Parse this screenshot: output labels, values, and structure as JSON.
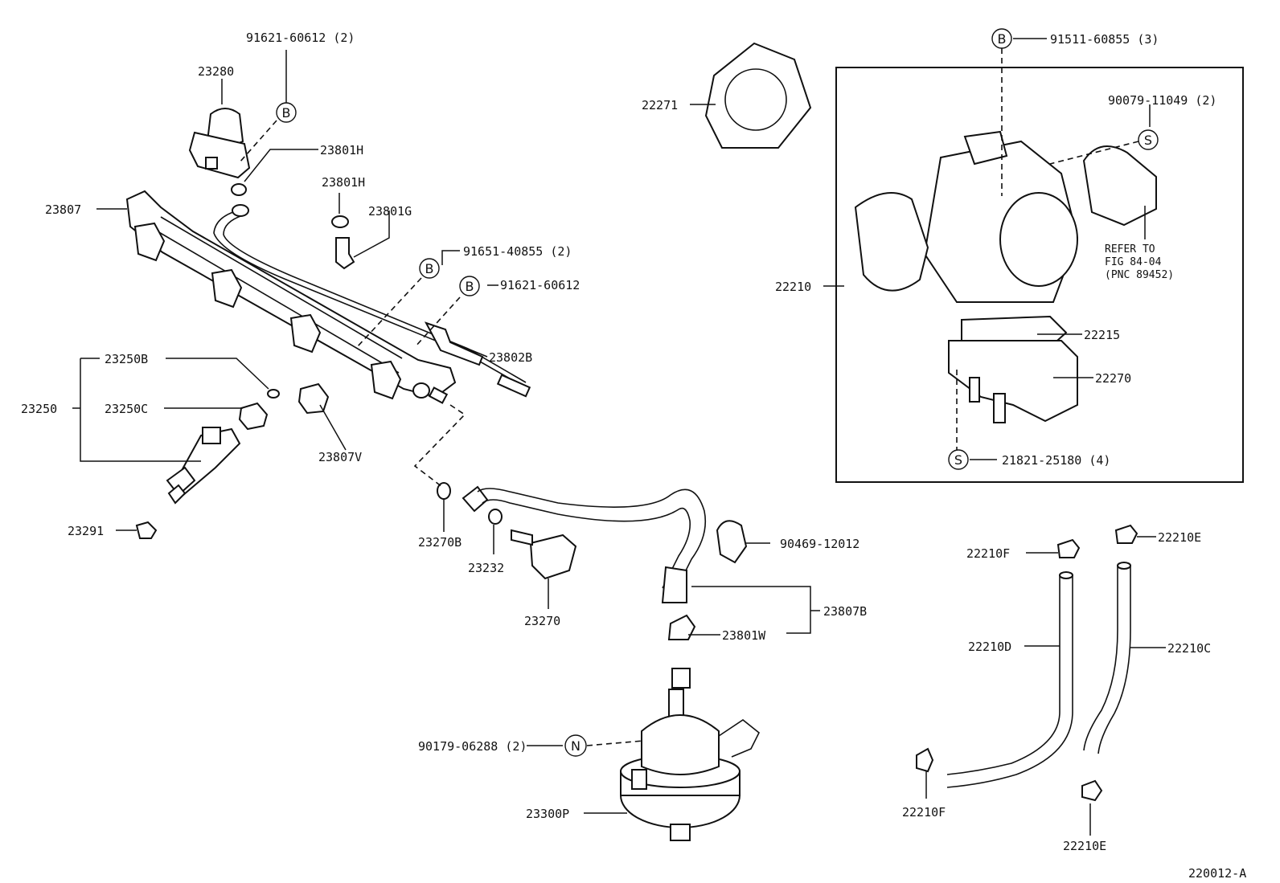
{
  "callouts": {
    "c_91621_60612_2": "91621-60612 (2)",
    "c_23280": "23280",
    "c_23801H_a": "23801H",
    "c_23801H_b": "23801H",
    "c_23801G": "23801G",
    "c_23807": "23807",
    "c_91651_40855_2": "91651-40855 (2)",
    "c_91621_60612": "91621-60612",
    "c_23802B": "23802B",
    "c_23250B": "23250B",
    "c_23250": "23250",
    "c_23250C": "23250C",
    "c_23807V": "23807V",
    "c_23291": "23291",
    "c_23270B": "23270B",
    "c_23232": "23232",
    "c_23270": "23270",
    "c_90469_12012": "90469-12012",
    "c_23807B": "23807B",
    "c_23801W": "23801W",
    "c_90179_06288_2": "90179-06288 (2)",
    "c_23300P": "23300P",
    "c_22271": "22271",
    "c_91511_60855_3": "91511-60855 (3)",
    "c_90079_11049_2": "90079-11049 (2)",
    "c_refer_1": "REFER TO",
    "c_refer_2": "FIG 84-04",
    "c_refer_3": "(PNC 89452)",
    "c_22210": "22210",
    "c_22215": "22215",
    "c_22270": "22270",
    "c_21821_25180_4": "21821-25180 (4)",
    "c_22210F_a": "22210F",
    "c_22210E_a": "22210E",
    "c_22210D": "22210D",
    "c_22210C": "22210C",
    "c_22210F_b": "22210F",
    "c_22210E_b": "22210E",
    "c_figure_id": "220012-A"
  },
  "markers": {
    "B": "B",
    "S": "S",
    "N": "N"
  }
}
